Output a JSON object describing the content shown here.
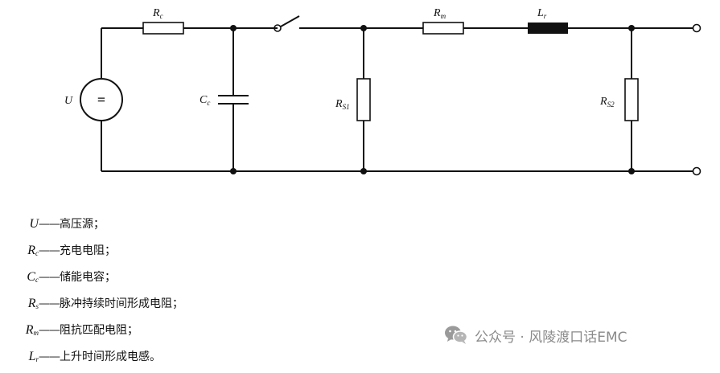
{
  "diagram": {
    "labels": {
      "source": "U",
      "source_symbol": "=",
      "rc_main": "R",
      "rc_sub": "c",
      "cc_main": "C",
      "cc_sub": "c",
      "rm_main": "R",
      "rm_sub": "m",
      "lr_main": "L",
      "lr_sub": "r",
      "rs1_main": "R",
      "rs1_sub": "S1",
      "rs2_main": "R",
      "rs2_sub": "S2"
    },
    "colors": {
      "line": "#111111",
      "inductor": "#111111",
      "background": "#ffffff"
    }
  },
  "legend": [
    {
      "symbol": "U",
      "sub": "",
      "dash": "——",
      "text": "高压源；"
    },
    {
      "symbol": "R",
      "sub": "c",
      "dash": "——",
      "text": "充电电阻；"
    },
    {
      "symbol": "C",
      "sub": "c",
      "dash": "——",
      "text": "储能电容；"
    },
    {
      "symbol": "R",
      "sub": "s",
      "dash": "——",
      "text": "脉冲持续时间形成电阻；"
    },
    {
      "symbol": "R",
      "sub": "m",
      "dash": "——",
      "text": "阻抗匹配电阻；"
    },
    {
      "symbol": "L",
      "sub": "r",
      "dash": "——",
      "text": "上升时间形成电感。"
    }
  ],
  "watermark": {
    "text": "公众号 · 风陵渡口话EMC",
    "icon": "wechat-icon"
  }
}
